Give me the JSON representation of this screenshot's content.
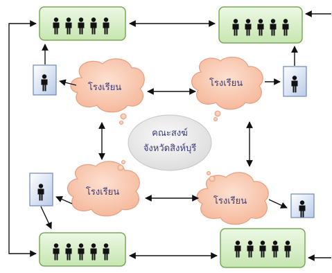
{
  "center": {
    "line1": "คณะสงฆ์",
    "line2": "จังหวัดสิงห์บุรี"
  },
  "clouds": [
    {
      "id": "top-left",
      "label": "โรงเรียน"
    },
    {
      "id": "top-right",
      "label": "โรงเรียน"
    },
    {
      "id": "bottom-left",
      "label": "โรงเรียน"
    },
    {
      "id": "bottom-right",
      "label": "โรงเรียน"
    }
  ],
  "colors": {
    "group_box_fill": "#d6efc6",
    "group_box_stroke": "#7aa85a",
    "person_box_fill": "#dfe8f6",
    "person_box_stroke": "#6f88b8",
    "cloud_fill": "#f9c6ad",
    "cloud_stroke": "#e59f80",
    "center_fill": "#ececec",
    "arrow": "#111111",
    "person": "#111111"
  },
  "icons": {
    "group_box": "people-group-icon",
    "single_box": "person-icon"
  }
}
